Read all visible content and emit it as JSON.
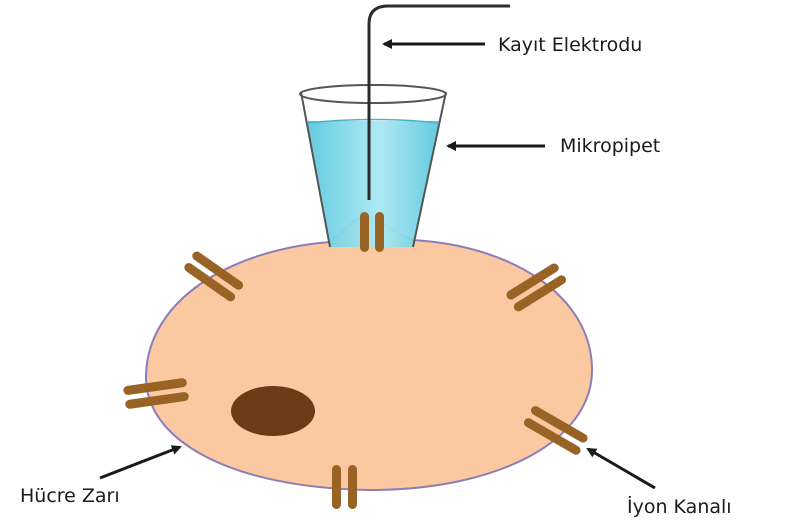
{
  "labels": {
    "electrode": "Kayıt Elektrodu",
    "micropipette": "Mikropipet",
    "membrane": "Hücre Zarı",
    "ion_channel": "İyon Kanalı"
  },
  "colors": {
    "cell_fill": "#fbc9a1",
    "cell_outline": "#8c7db8",
    "channel": "#9a6326",
    "nucleus": "#6b3a17",
    "pipette_liquid": "#6fd3e6",
    "pipette_outline": "#555555",
    "wire": "#2b2b2b",
    "arrow": "#1a1a1a"
  }
}
